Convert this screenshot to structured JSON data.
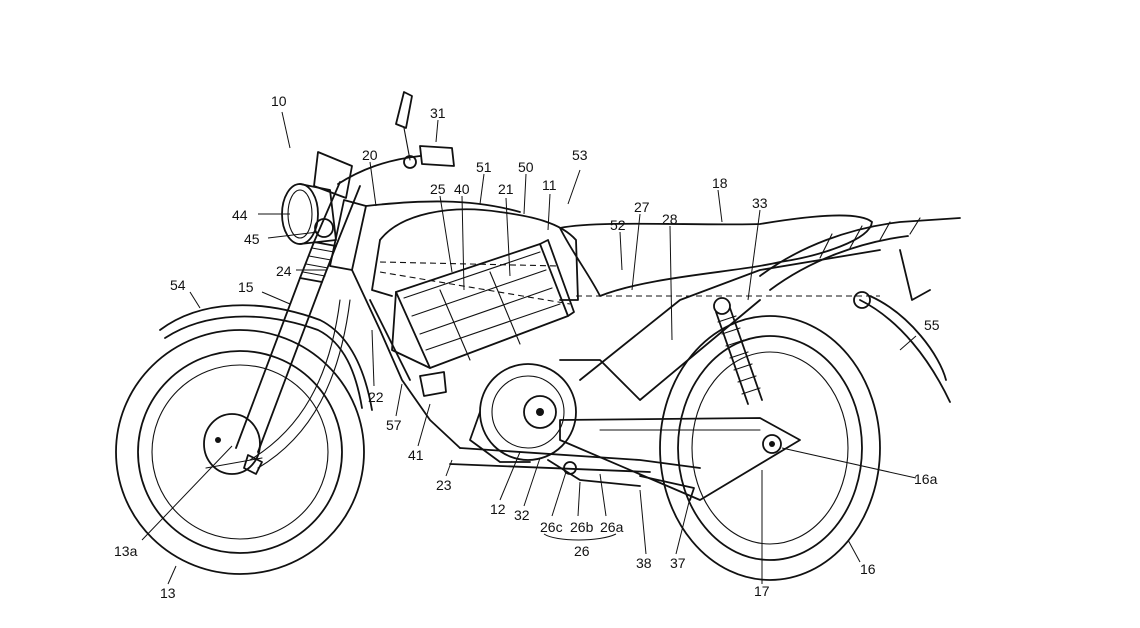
{
  "figure": {
    "labels": {
      "l10": "10",
      "l31": "31",
      "l20": "20",
      "l53": "53",
      "l51": "51",
      "l50": "50",
      "l40": "40",
      "l21": "21",
      "l11": "11",
      "l25": "25",
      "l18": "18",
      "l27": "27",
      "l52": "52",
      "l28": "28",
      "l33": "33",
      "l44": "44",
      "l45": "45",
      "l24": "24",
      "l54": "54",
      "l15": "15",
      "l55": "55",
      "l22": "22",
      "l57": "57",
      "l41": "41",
      "l23": "23",
      "l12": "12",
      "l32": "32",
      "l26c": "26c",
      "l26b": "26b",
      "l26a": "26a",
      "l26": "26",
      "l38": "38",
      "l37": "37",
      "l16a": "16a",
      "l16": "16",
      "l17": "17",
      "l13a": "13a",
      "l13": "13"
    }
  }
}
